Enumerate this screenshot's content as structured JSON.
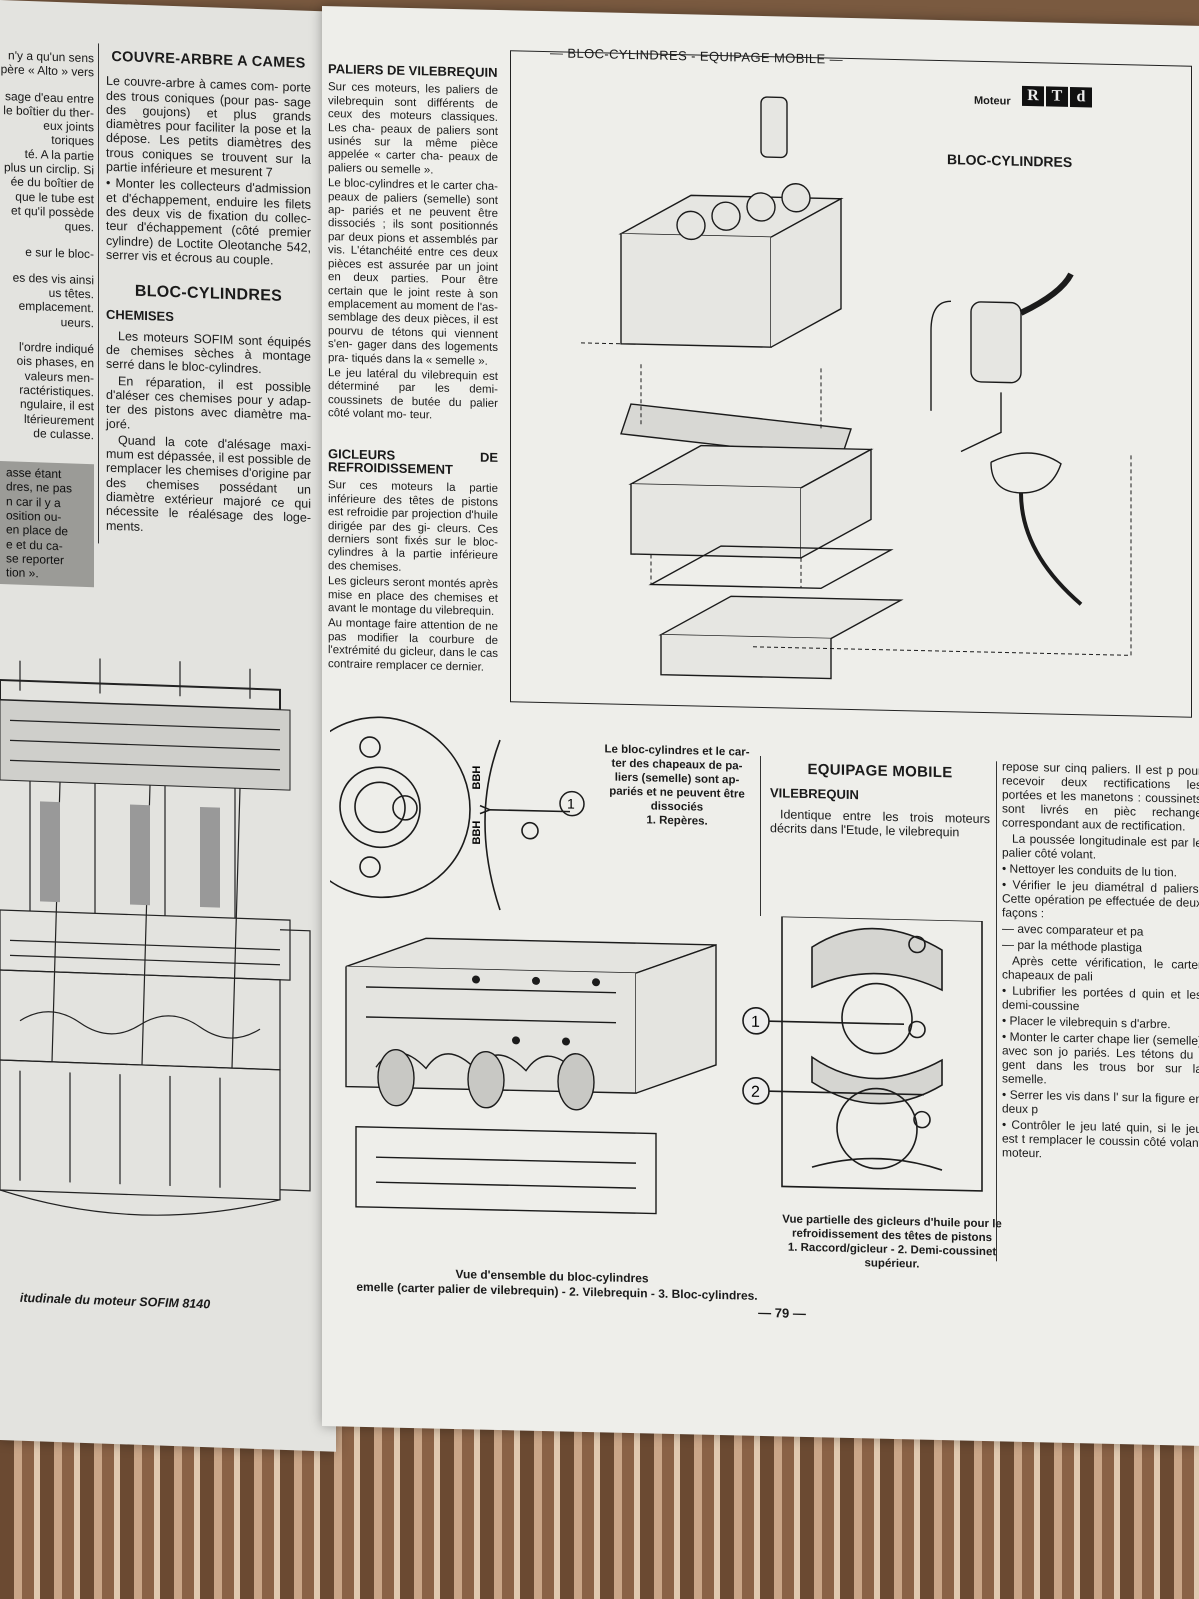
{
  "left_page": {
    "col1": {
      "lines": [
        "n'y a qu'un sens",
        "père « Alto » vers",
        "sage d'eau entre",
        "le boîtier du ther-",
        "eux joints toriques",
        "té. A la partie",
        "plus un circlip. Si",
        "ée du boîtier de",
        "que le tube est",
        "et qu'il possède",
        "ques.",
        "e sur le bloc-",
        "es des vis ainsi",
        "us têtes.",
        "emplacement.",
        "ueurs.",
        "l'ordre indiqué",
        "ois phases, en",
        "valeurs men-",
        "ractéristiques.",
        "ngulaire, il est",
        "ltérieurement",
        "de culasse."
      ],
      "boxed_lines": [
        "asse étant",
        "dres, ne pas",
        "n car il y a",
        "osition ou-",
        "en place de",
        "e et du ca-",
        "se reporter",
        "tion »."
      ]
    },
    "col2": {
      "heading": "COUVRE-ARBRE A CAMES",
      "p1": "Le couvre-arbre à cames com- porte des trous coniques (pour pas- sage des goujons) et plus grands diamètres pour faciliter la pose et la dépose. Les petits diamètres des trous coniques se trouvent sur la partie inférieure et mesurent 7",
      "bullet1": "Monter les collecteurs d'admission et d'échappement, enduire les filets des deux vis de fixation du collec- teur d'échappement (côté premier cylindre) de Loctite Oleotanche 542, serrer vis et écrous au couple.",
      "section": "BLOC-CYLINDRES",
      "sub": "CHEMISES",
      "p2": "Les moteurs SOFIM sont équipés de chemises sèches à montage serré dans le bloc-cylindres.",
      "p3": "En réparation, il est possible d'aléser ces chemises pour y adap- ter des pistons avec diamètre ma- joré.",
      "p4": "Quand la cote d'alésage maxi- mum est dépassée, il est possible de remplacer les chemises d'origine par des chemises possédant un diamètre extérieur majoré ce qui nécessite le réalésage des loge- ments."
    },
    "caption": "itudinale du moteur SOFIM 8140"
  },
  "right_page": {
    "header": "— BLOC-CYLINDRES - EQUIPAGE MOBILE —",
    "moteur": "Moteur",
    "rtd": [
      "R",
      "T",
      "d"
    ],
    "col3": {
      "heading": "PALIERS DE VILEBREQUIN",
      "p1": "Sur ces moteurs, les paliers de vilebrequin sont différents de ceux des moteurs classiques. Les cha- peaux de paliers sont usinés sur la même pièce appelée « carter cha- peaux de paliers ou semelle ».",
      "p2": "Le bloc-cylindres et le carter cha- peaux de paliers (semelle) sont ap- pariés et ne peuvent être dissociés ; ils sont positionnés par deux pions et assemblés par vis. L'étanchéité entre ces deux pièces est assurée par un joint en deux parties. Pour être certain que le joint reste à son emplacement au moment de l'as- semblage des deux pièces, il est pourvu de tétons qui viennent s'en- gager dans des logements pra- tiqués dans la « semelle ».",
      "p3": "Le jeu latéral du vilebrequin est déterminé par les demi-coussinets de butée du palier côté volant mo- teur.",
      "heading2": "GICLEURS DE REFROIDISSEMENT",
      "p4": "Sur ces moteurs la partie inférieure des têtes de pistons est refroidie par projection d'huile dirigée par des gi- cleurs. Ces derniers sont fixés sur le bloc-cylindres à la partie inférieure des chemises.",
      "p5": "Les gicleurs seront montés après mise en place des chemises et avant le montage du vilebrequin.",
      "p6": "Au montage faire attention de ne pas modifier la courbure de l'extrémité du gicleur, dans le cas contraire remplacer ce dernier."
    },
    "fig_top_title": "BLOC-CYLINDRES",
    "fig_bbh_labels": [
      "BBH",
      "BBH"
    ],
    "fig_bbh_callout": "1",
    "fig_bbh_caption": "Le bloc-cylindres et le car- ter des chapeaux de pa- liers (semelle) sont ap- pariés et ne peuvent être dissociés",
    "fig_bbh_legend": "1. Repères.",
    "equipage": {
      "heading": "EQUIPAGE MOBILE",
      "sub": "VILEBREQUIN",
      "p1": "Identique entre les trois moteurs décrits dans l'Etude, le vilebrequin"
    },
    "col5": {
      "p1": "repose sur cinq paliers. Il est p pour recevoir deux rectifications les portées et les manetons : coussinets sont livrés en pièc rechange correspondant aux de rectification.",
      "p2": "La poussée longitudinale est par le palier côté volant.",
      "bullets": [
        "Nettoyer les conduits de lu tion.",
        "Vérifier le jeu diamétral d paliers. Cette opération pe effectuée de deux façons :"
      ],
      "dashes": [
        "avec comparateur et pa",
        "par la méthode plastiga"
      ],
      "p3": "Après cette vérification, le carter chapeaux de pali",
      "bullets2": [
        "Lubrifier les portées d quin et les demi-coussine",
        "Placer le vilebrequin s d'arbre.",
        "Monter le carter chape lier (semelle) avec son jo pariés. Les tétons du j gent dans les trous bor sur la semelle.",
        "Serrer les vis dans l' sur la figure en deux p",
        "Contrôler le jeu laté quin, si le jeu est t remplacer le coussin côté volant moteur."
      ]
    },
    "fig_gicleur_callouts": [
      "1",
      "2"
    ],
    "fig_gicleur_caption": "Vue partielle des gicleurs d'huile pour le refroidissement des têtes de pistons",
    "fig_gicleur_legend": "1. Raccord/gicleur - 2. Demi-coussinet supérieur.",
    "fig_ensemble_caption": "Vue d'ensemble du bloc-cylindres",
    "fig_ensemble_legend": "emelle (carter palier de vilebrequin) - 2. Vilebrequin - 3. Bloc-cylindres.",
    "page_number": "— 79 —"
  }
}
